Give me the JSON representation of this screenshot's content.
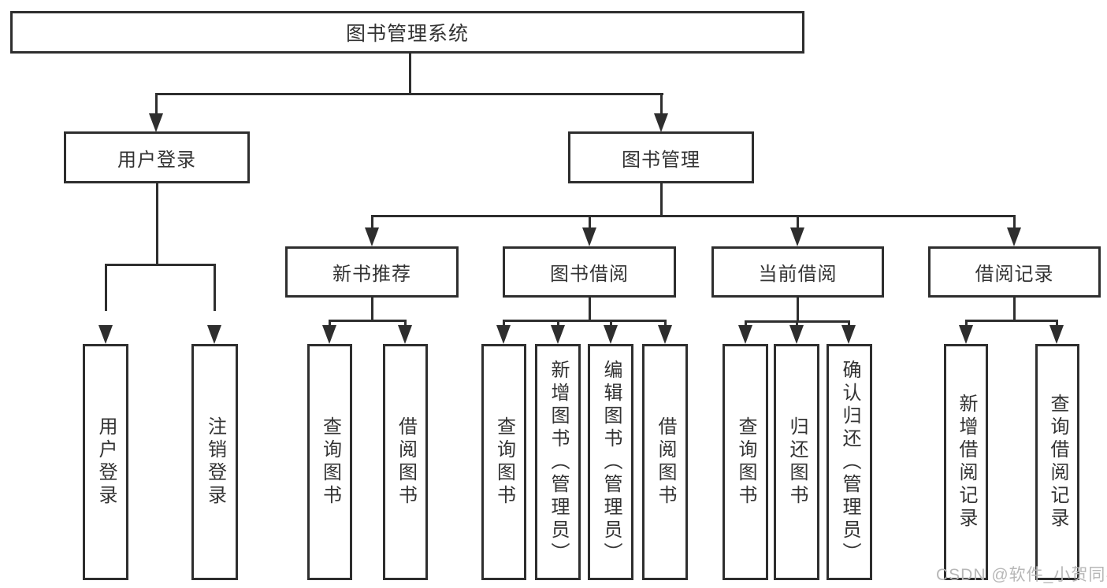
{
  "title": "图书管理系统",
  "colors": {
    "line": "#2e2e2e",
    "box_border": "#2e2e2e",
    "text": "#333333",
    "background": "#ffffff",
    "watermark": "#b7b7b7"
  },
  "nodes": {
    "root": "图书管理系统",
    "user_login": "用户登录",
    "book_management": "图书管理",
    "new_book_recommend": "新书推荐",
    "book_borrow": "图书借阅",
    "current_borrow": "当前借阅",
    "borrow_record": "借阅记录",
    "leaf_user_login": "用户登录",
    "leaf_logout": "注销登录",
    "leaf_recommend_query_book": "查询图书",
    "leaf_recommend_borrow_book": "借阅图书",
    "leaf_borrow_query_book": "查询图书",
    "leaf_borrow_add_book": "新增图书（管理员）",
    "leaf_borrow_edit_book": "编辑图书（管理员）",
    "leaf_borrow_borrow_book": "借阅图书",
    "leaf_current_query_book": "查询图书",
    "leaf_current_return_book": "归还图书",
    "leaf_current_confirm_return": "确认归还（管理员）",
    "leaf_record_add_record": "新增借阅记录",
    "leaf_record_query_record": "查询借阅记录"
  },
  "watermark": "CSDN @软件_小贺同学"
}
